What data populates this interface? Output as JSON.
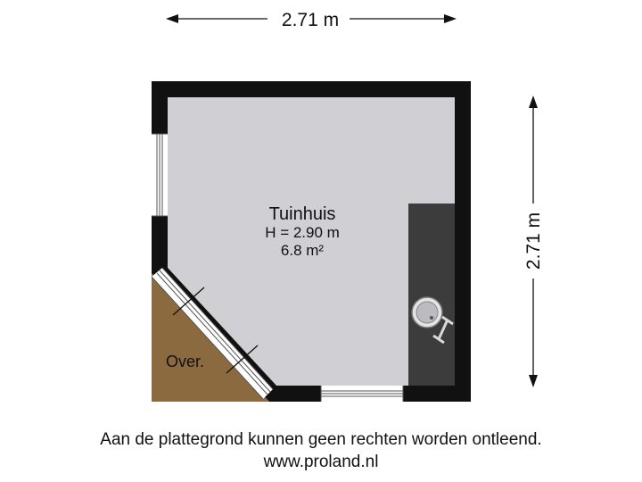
{
  "dimensions": {
    "top_width": "2.71 m",
    "right_height": "2.71 m"
  },
  "room": {
    "name": "Tuinhuis",
    "height": "H = 2.90 m",
    "area": "6.8 m²"
  },
  "terrace": {
    "label": "Over."
  },
  "footer": {
    "disclaimer": "Aan de plattegrond kunnen geen rechten worden ontleend.",
    "website": "www.proland.nl"
  },
  "colors": {
    "wall": "#111111",
    "floor": "#d0d0d4",
    "terrace": "#8c6a3f",
    "counter": "#3c3c3c"
  }
}
